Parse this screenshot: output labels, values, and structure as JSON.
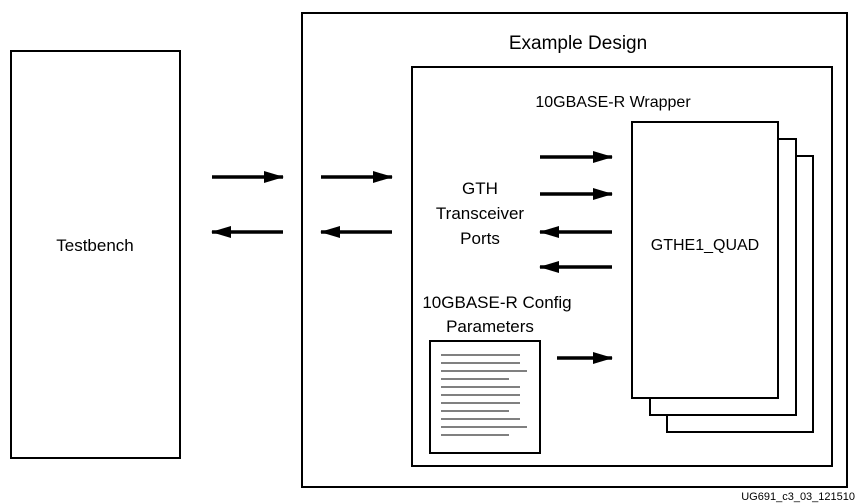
{
  "diagram": {
    "testbench_label": "Testbench",
    "example_design_label": "Example Design",
    "wrapper_label": "10GBASE-R Wrapper",
    "ports_label_line1": "GTH",
    "ports_label_line2": "Transceiver",
    "ports_label_line3": "Ports",
    "config_label_line1": "10GBASE-R Config",
    "config_label_line2": "Parameters",
    "quad_label": "GTHE1_QUAD",
    "figure_id": "UG691_c3_03_121510"
  },
  "colors": {
    "stroke": "#000000",
    "background": "#ffffff"
  }
}
